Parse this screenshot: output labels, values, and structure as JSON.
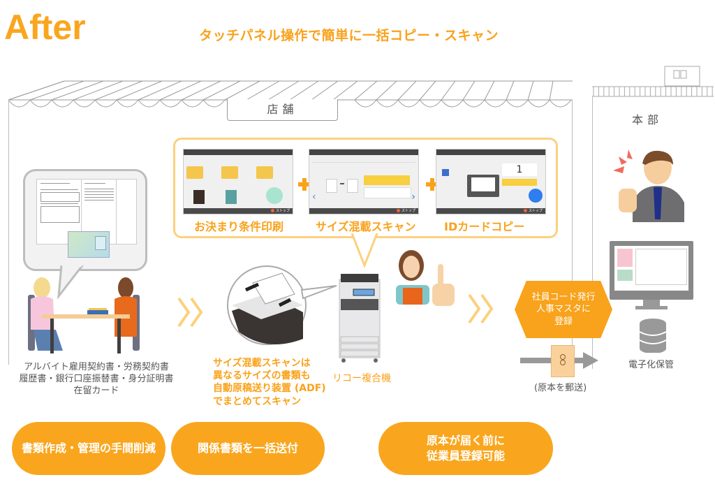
{
  "header": {
    "title": "After",
    "headline": "タッチパネル操作で簡単に一括コピー・スキャン"
  },
  "locations": {
    "store": "店舗",
    "headquarters": "本部"
  },
  "features": [
    {
      "label": "お決まり条件印刷",
      "screen_stop": "ストップ"
    },
    {
      "label": "サイズ混載スキャン",
      "screen_stop": "ストップ"
    },
    {
      "label": "IDカードコピー",
      "screen_stop": "ストップ",
      "screen_count": "1"
    }
  ],
  "documents_caption": [
    "アルバイト雇用契約書・労務契約書",
    "履歴書・銀行口座振替書・身分証明書",
    "在留カード"
  ],
  "scan_note": [
    "サイズ混載スキャンは",
    "異なるサイズの書類も",
    "自動原稿送り装置 (ADF)",
    "でまとめてスキャン"
  ],
  "mfp_label": "リコー複合機",
  "hq_action": [
    "社員コード発行",
    "人事マスタに",
    "登録"
  ],
  "mail_caption": "(原本を郵送)",
  "archive_caption": "電子化保管",
  "benefits": [
    "書類作成・管理の手間削減",
    "関係書類を一括送付",
    "原本が届く前に\n従業員登録可能"
  ],
  "colors": {
    "accent": "#f9a21b",
    "accent_light": "#fcd07e",
    "text": "#555555"
  }
}
